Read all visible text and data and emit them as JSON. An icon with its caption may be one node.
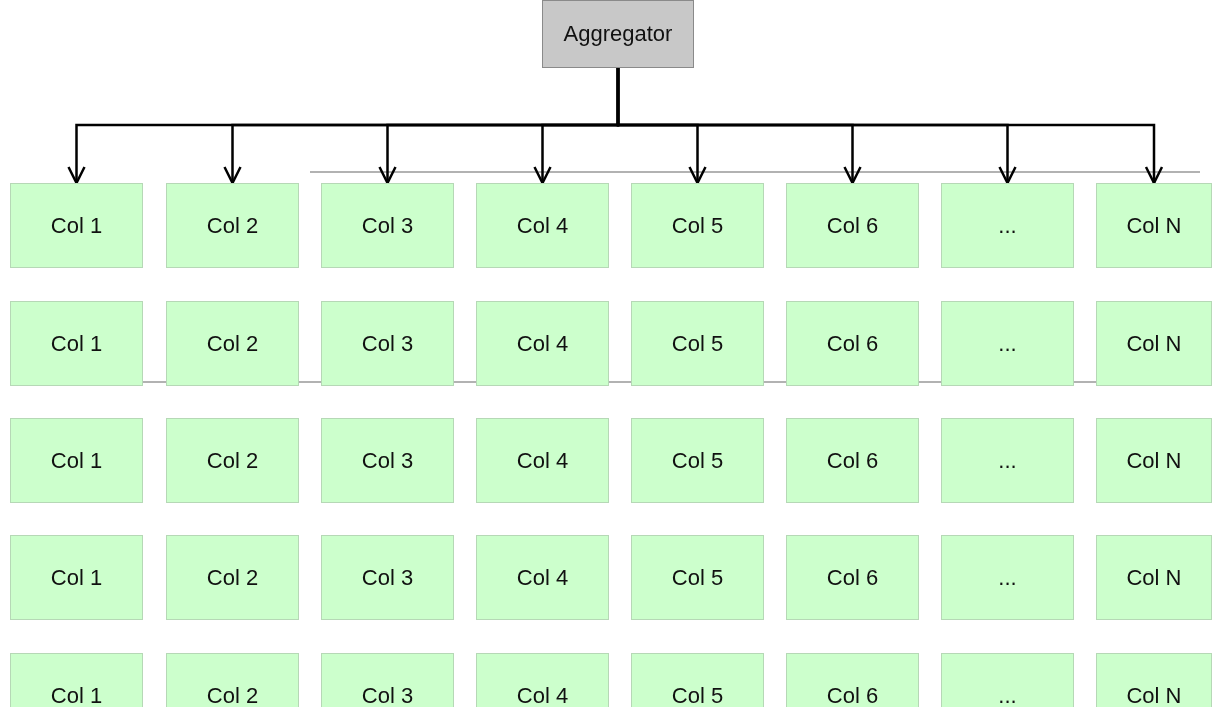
{
  "diagram": {
    "nodes": [
      {
        "text": [
          "Aggregator"
        ]
      },
      {
        "text": [
          "Col 1"
        ]
      },
      {
        "text": [
          "Col 2"
        ]
      },
      {
        "text": [
          "Col 3"
        ]
      },
      {
        "text": [
          "Col 4"
        ]
      },
      {
        "text": [
          "Col 5"
        ]
      },
      {
        "text": [
          "Col 6"
        ]
      },
      {
        "text": [
          "..."
        ]
      },
      {
        "text": [
          "Col N"
        ]
      },
      {
        "text": [
          "Col 1"
        ]
      },
      {
        "text": [
          "Col 2"
        ]
      },
      {
        "text": [
          "Col 3"
        ]
      },
      {
        "text": [
          "Col 4"
        ]
      },
      {
        "text": [
          "Col 5"
        ]
      },
      {
        "text": [
          "Col 6"
        ]
      },
      {
        "text": [
          "..."
        ]
      },
      {
        "text": [
          "Col N"
        ]
      },
      {
        "text": [
          "Col 1"
        ]
      },
      {
        "text": [
          "Col 2"
        ]
      },
      {
        "text": [
          "Col 3"
        ]
      },
      {
        "text": [
          "Col 4"
        ]
      },
      {
        "text": [
          "Col 5"
        ]
      },
      {
        "text": [
          "Col 6"
        ]
      },
      {
        "text": [
          "..."
        ]
      },
      {
        "text": [
          "Col N"
        ]
      },
      {
        "text": [
          "Col 1"
        ]
      },
      {
        "text": [
          "Col 2"
        ]
      },
      {
        "text": [
          "Col 3"
        ]
      },
      {
        "text": [
          "Col 4"
        ]
      },
      {
        "text": [
          "Col 5"
        ]
      },
      {
        "text": [
          "Col 6"
        ]
      },
      {
        "text": [
          "..."
        ]
      },
      {
        "text": [
          "Col N"
        ]
      },
      {
        "text": [
          "Col 1"
        ]
      },
      {
        "text": [
          "Col 2"
        ]
      },
      {
        "text": [
          "Col 3"
        ]
      },
      {
        "text": [
          "Col 4"
        ]
      },
      {
        "text": [
          "Col 5"
        ]
      },
      {
        "text": [
          "Col 6"
        ]
      },
      {
        "text": [
          "..."
        ]
      },
      {
        "text": [
          "Col N"
        ]
      }
    ],
    "edges": [
      {
        "from": 0,
        "to": 1,
        "arrow": "to"
      },
      {
        "from": 0,
        "to": 2,
        "arrow": "to"
      },
      {
        "from": 0,
        "to": 3,
        "arrow": "to"
      },
      {
        "from": 0,
        "to": 4,
        "arrow": "to"
      },
      {
        "from": 0,
        "to": 5,
        "arrow": "to"
      },
      {
        "from": 0,
        "to": 6,
        "arrow": "to"
      },
      {
        "from": 0,
        "to": 7,
        "arrow": "to"
      },
      {
        "from": 0,
        "to": 8,
        "arrow": "to"
      }
    ]
  }
}
